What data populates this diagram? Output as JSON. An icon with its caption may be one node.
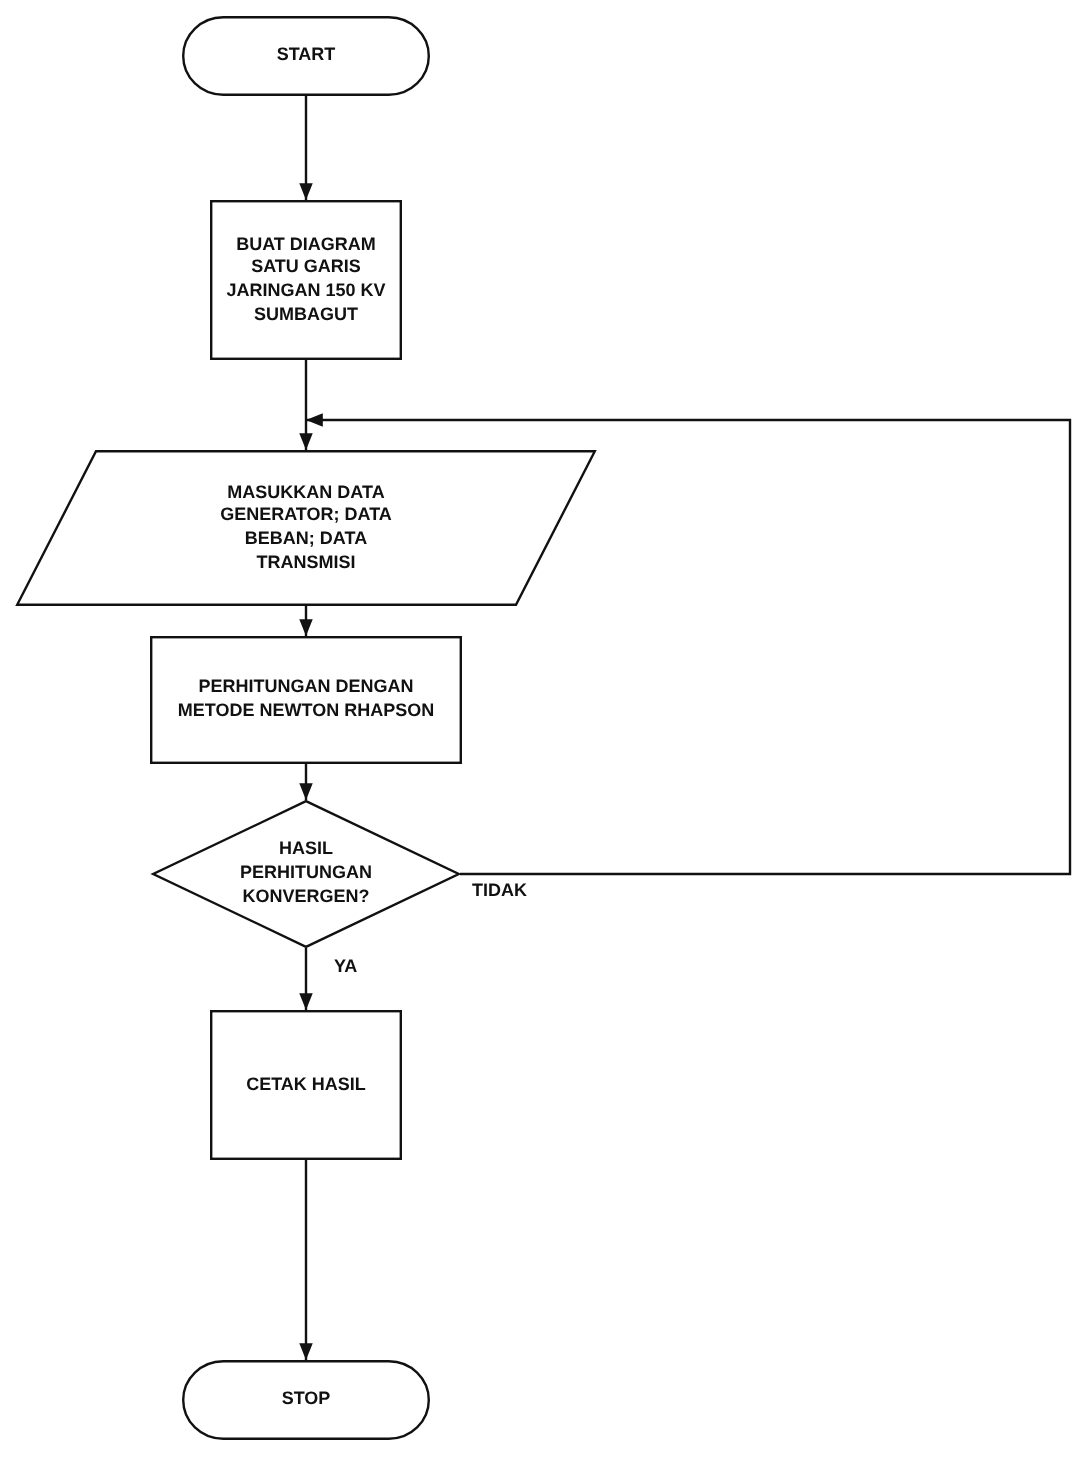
{
  "diagram": {
    "nodes": [
      {
        "text": [
          "START"
        ]
      },
      {
        "text": [
          "BUAT DIAGRAM SATU GARIS JARINGAN 150 KV SUMBAGUT"
        ]
      },
      {
        "text": [
          "MASUKKAN DATA GENERATOR; DATA BEBAN; DATA TRANSMISI"
        ]
      },
      {
        "text": [
          "PERHITUNGAN DENGAN METODE NEWTON RHAPSON"
        ]
      },
      {
        "text": [
          "HASIL PERHITUNGAN KONVERGEN?"
        ]
      },
      {
        "text": [
          "CETAK HASIL"
        ]
      },
      {
        "text": [
          "STOP"
        ]
      }
    ],
    "edges": [
      {
        "from": 0,
        "to": 1,
        "arrow": "to"
      },
      {
        "from": 1,
        "to": 2,
        "arrow": "to"
      },
      {
        "from": 2,
        "to": 3,
        "arrow": "to"
      },
      {
        "from": 3,
        "to": 4,
        "arrow": "to"
      },
      {
        "from": 4,
        "to": 2,
        "arrow": "to",
        "label": "TIDAK"
      },
      {
        "from": 4,
        "to": 5,
        "arrow": "to",
        "label": "YA"
      },
      {
        "from": 5,
        "to": 6,
        "arrow": "to"
      }
    ]
  }
}
